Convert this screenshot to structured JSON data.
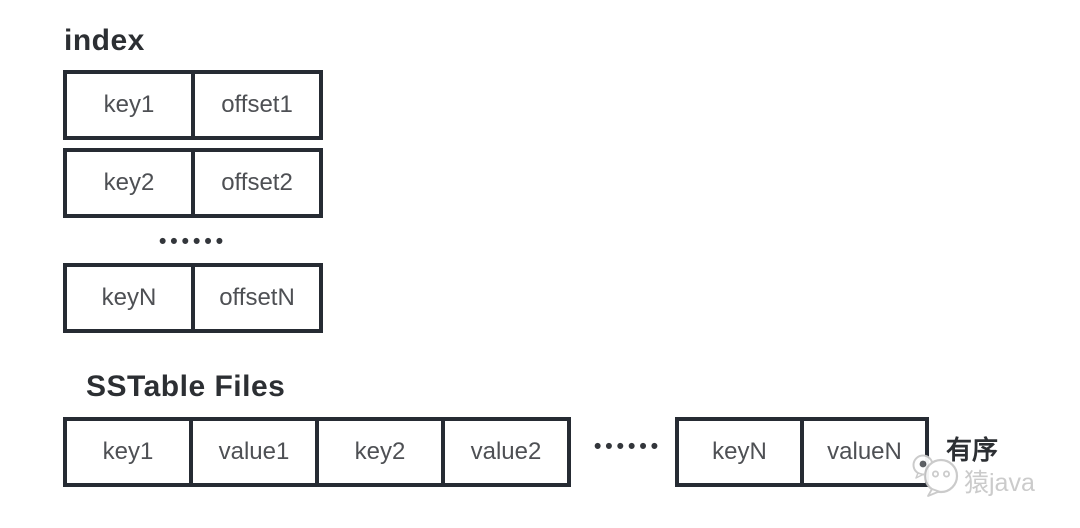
{
  "index_section": {
    "title": "index",
    "rows": [
      {
        "key": "key1",
        "offset": "offset1"
      },
      {
        "key": "key2",
        "offset": "offset2"
      },
      {
        "key": "keyN",
        "offset": "offsetN"
      }
    ],
    "ellipsis": "••••••"
  },
  "sstable_section": {
    "title": "SSTable Files",
    "cells_group1": [
      "key1",
      "value1",
      "key2",
      "value2"
    ],
    "ellipsis": "••••••",
    "cells_group2": [
      "keyN",
      "valueN"
    ],
    "ordered_label": "有序"
  },
  "watermark": {
    "text": "猿java",
    "icon": "chat-bubble-face-icon"
  },
  "colors": {
    "background": "#ffffff",
    "box_border": "#262b33",
    "cell_text": "#4e5054",
    "title_text": "#2c2f33",
    "watermark_gray": "#c9c9c9"
  }
}
